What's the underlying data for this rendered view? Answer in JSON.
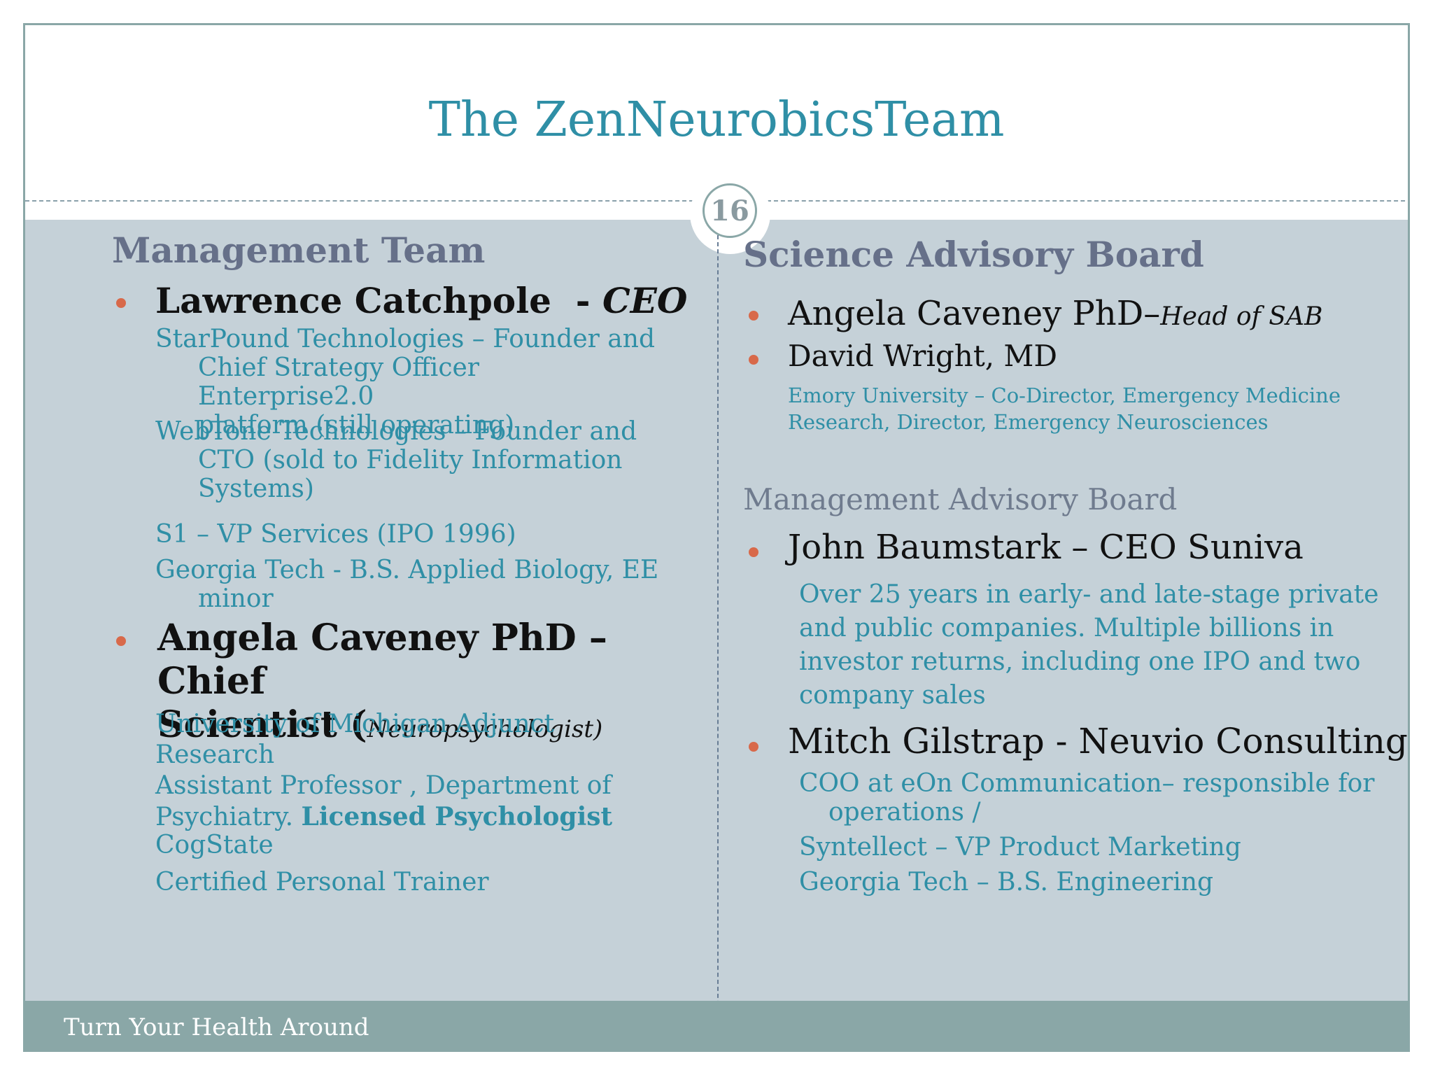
{
  "slide": {
    "title": "The ZenNeurobicsTeam",
    "page_number": "16",
    "footer": "Turn Your Health Around"
  },
  "left": {
    "heading": "Management Team",
    "person1": {
      "name": "Lawrence Catchpole  - ",
      "role": "CEO",
      "items": [
        {
          "line1": "StarPound Technologies – Founder and",
          "line2": "Chief Strategy Officer Enterprise2.0",
          "line3": "platform (still operating)"
        },
        {
          "line1": "WebTone Technologies – Founder and",
          "line2": "CTO (sold to Fidelity Information",
          "line3": "Systems)"
        },
        {
          "line1": "S1 – VP Services (IPO 1996)"
        },
        {
          "line1": "Georgia Tech - B.S. Applied Biology, EE",
          "line2": "minor"
        }
      ]
    },
    "person2": {
      "name_line1": "Angela Caveney PhD – Chief",
      "name_line2": "Scientist (",
      "role": "Neuropsychologist)",
      "para_line1": "University of Michigan Adjunct Research",
      "para_line2": "Assistant Professor , Department of",
      "para_line3": "Psychiatry. ",
      "para_bold": "Licensed Psychologist",
      "item1": "CogState",
      "item2": "Certified Personal Trainer"
    }
  },
  "right": {
    "heading": "Science Advisory Board",
    "sab1": {
      "name": "Angela Caveney PhD–",
      "role": "Head of  SAB"
    },
    "sab2": {
      "name": "David Wright, MD",
      "detail_line1": "Emory University – Co-Director, Emergency Medicine",
      "detail_line2": "Research, Director, Emergency Neurosciences"
    },
    "mab_heading": "Management Advisory Board",
    "mab1": {
      "name": "John Baumstark – CEO Suniva",
      "line1": "Over 25 years in early- and late-stage  private",
      "line2": "and public companies. Multiple billions in",
      "line3": "investor returns, including one IPO and two",
      "line4": "company sales"
    },
    "mab2": {
      "name": "Mitch Gilstrap - Neuvio Consulting",
      "item1_line1": "COO at eOn Communication– responsible for",
      "item1_line2": "operations /",
      "item2": "Syntellect – VP Product Marketing",
      "item3": "Georgia Tech – B.S. Engineering"
    }
  },
  "colors": {
    "title": "#2f8fa6",
    "body_panel": "#c5d1d8",
    "footer_bar": "#8aa7a7",
    "bullet": "#d8694a",
    "heading": "#667089"
  }
}
